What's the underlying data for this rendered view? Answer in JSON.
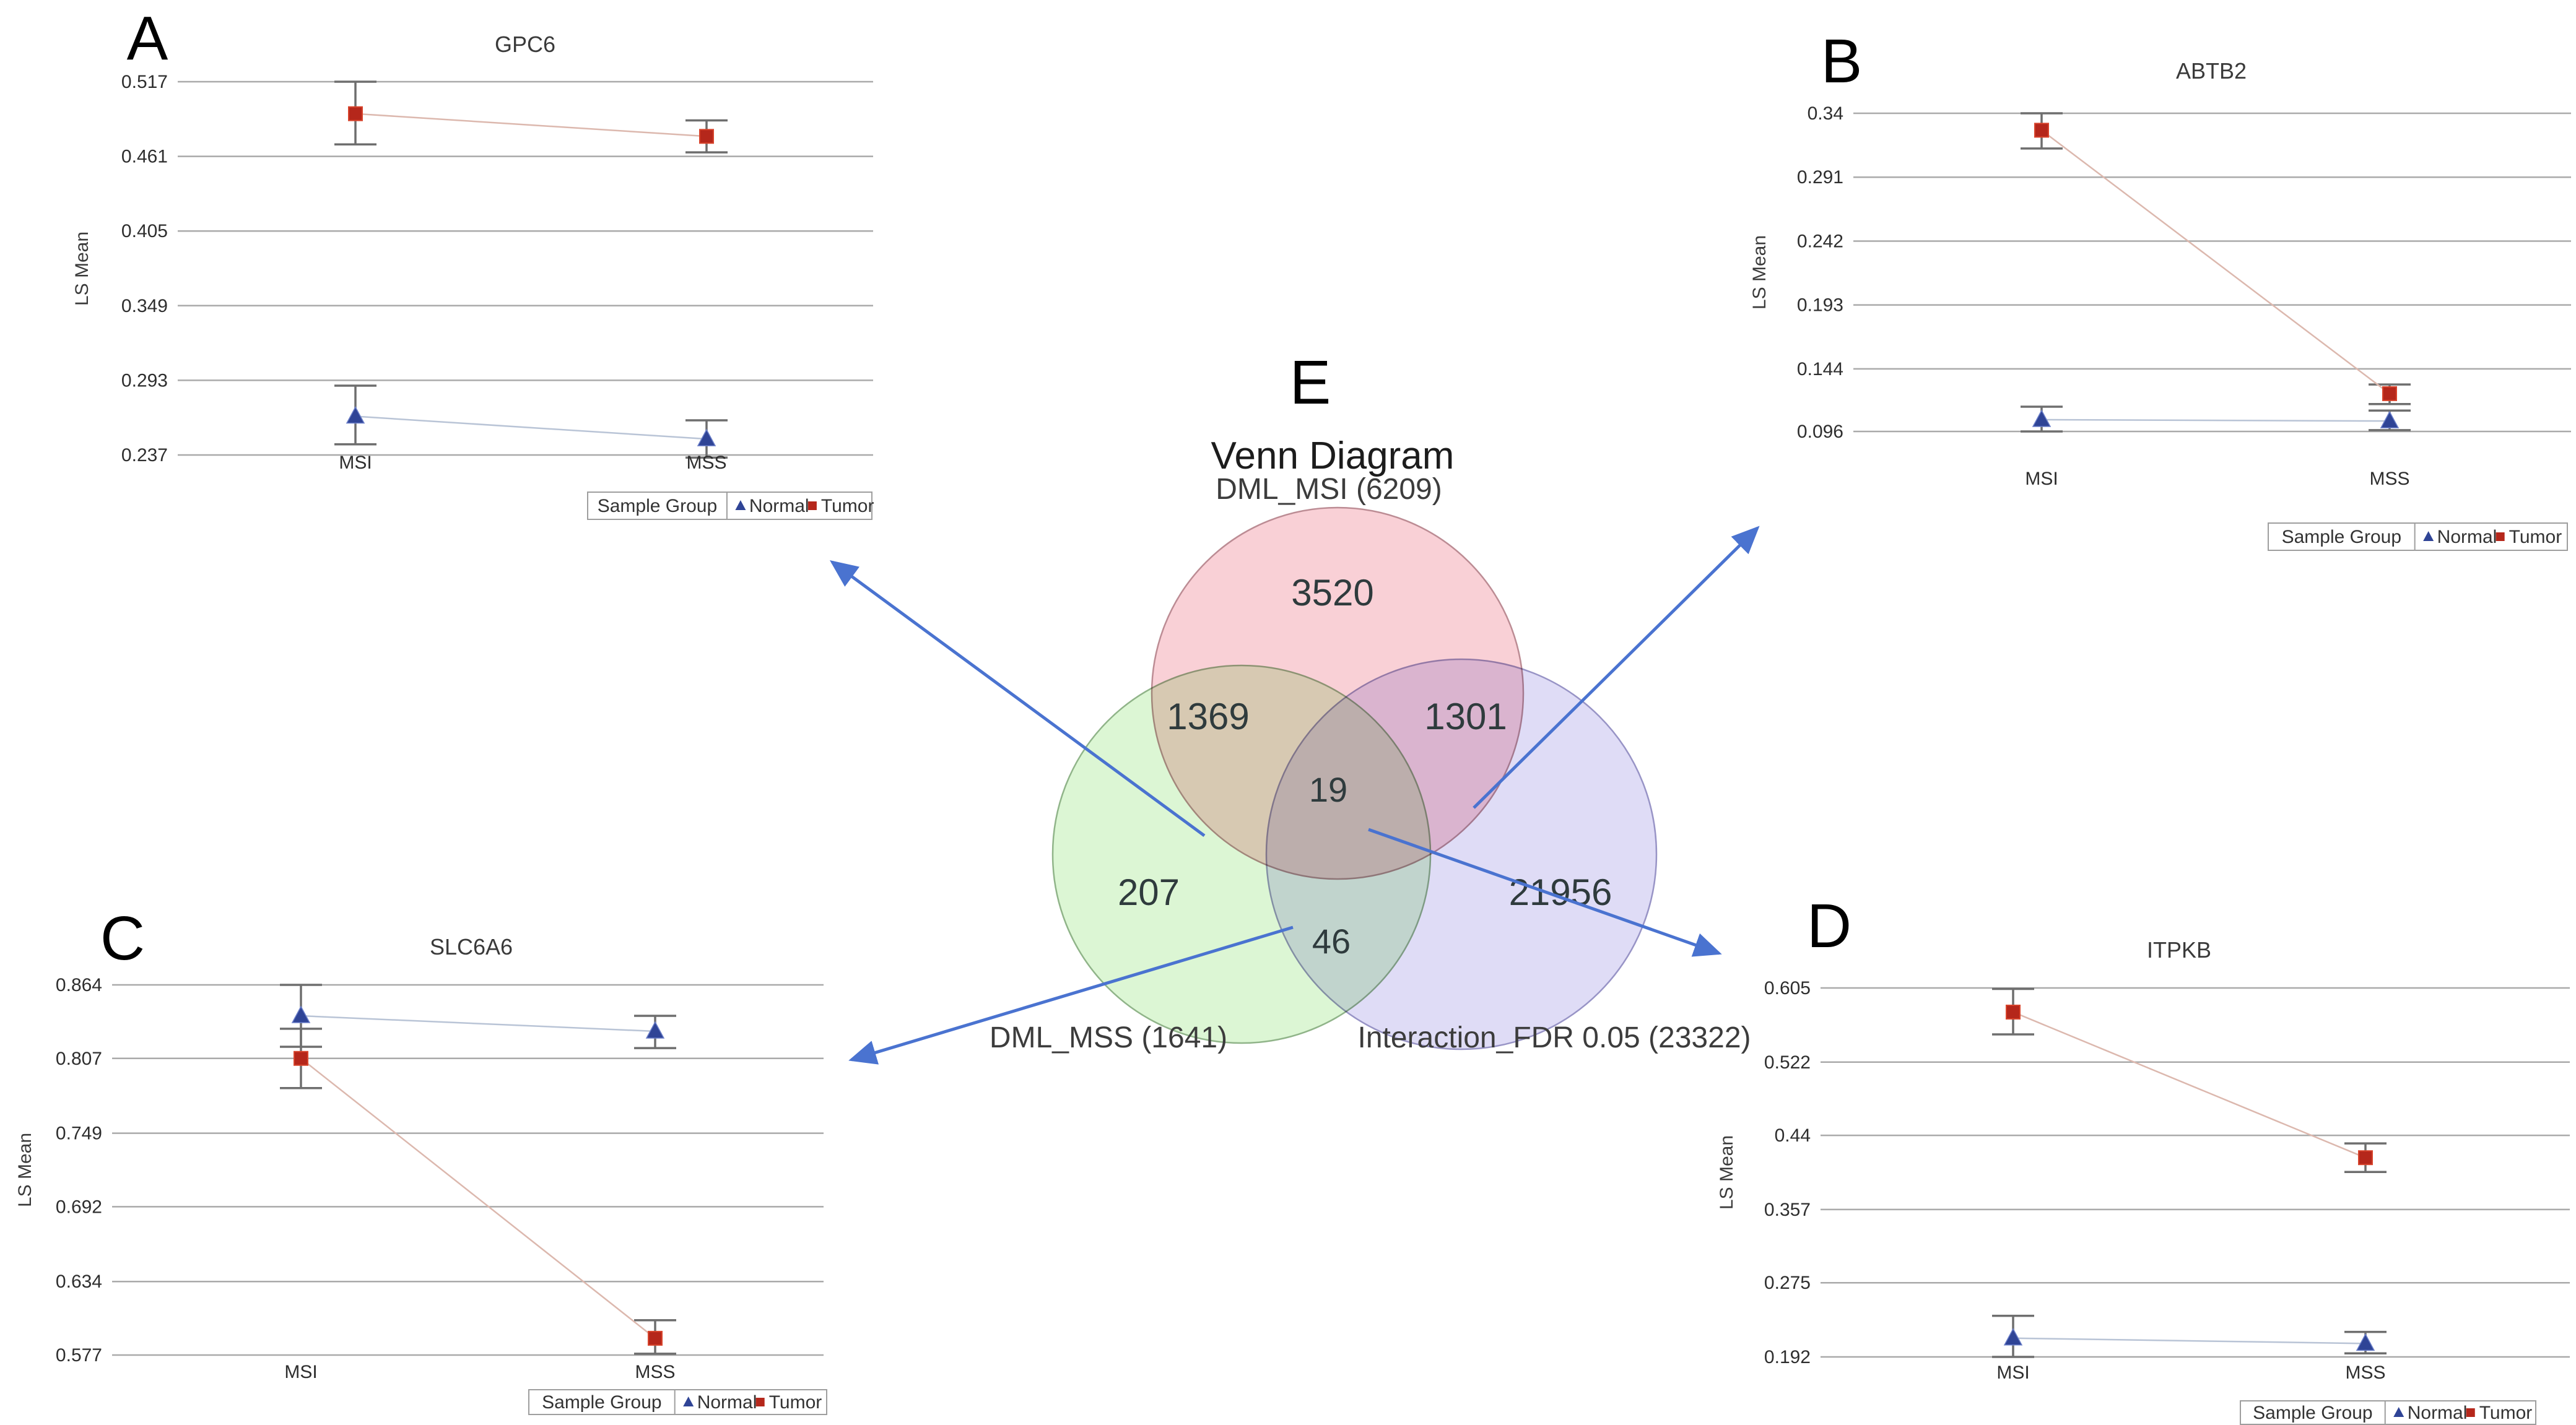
{
  "page": {
    "background": "#ffffff"
  },
  "colors": {
    "normal_marker": "#2f4496",
    "normal_marker_edge": "#6b7fc9",
    "tumor_marker": "#b5271b",
    "tumor_marker_edge": "#d8442c",
    "normal_trend_line": "#b9c4d6",
    "tumor_trend_line": "#dcb8ae",
    "error_bar": "#6e6e6e",
    "gridline": "#aaaaaa",
    "tick_text": "#2e2e2e",
    "title_text": "#3a3a3a",
    "letter_text": "#000000",
    "legend_border": "#9e9e9e",
    "arrow": "#4a73d0"
  },
  "chart_data": [
    {
      "id": "A",
      "type": "line",
      "panel_letter": "A",
      "title": "GPC6",
      "ylabel": "LS Mean",
      "yticks": [
        "0.517",
        "0.461",
        "0.405",
        "0.349",
        "0.293",
        "0.237"
      ],
      "ylim": [
        0.237,
        0.517
      ],
      "categories": [
        "MSI",
        "MSS"
      ],
      "grid": true,
      "series": [
        {
          "name": "Normal",
          "marker": "triangle",
          "points": [
            {
              "category": "MSI",
              "mean": 0.266,
              "ci_low": 0.245,
              "ci_high": 0.289
            },
            {
              "category": "MSS",
              "mean": 0.249,
              "ci_low": 0.235,
              "ci_high": 0.263
            }
          ]
        },
        {
          "name": "Tumor",
          "marker": "square",
          "points": [
            {
              "category": "MSI",
              "mean": 0.493,
              "ci_low": 0.47,
              "ci_high": 0.517
            },
            {
              "category": "MSS",
              "mean": 0.476,
              "ci_low": 0.464,
              "ci_high": 0.488
            }
          ]
        }
      ],
      "legend": {
        "title": "Sample Group",
        "position": "bottom-right",
        "entries": [
          {
            "label": "Normal",
            "marker": "triangle"
          },
          {
            "label": "Tumor",
            "marker": "square"
          }
        ]
      }
    },
    {
      "id": "B",
      "type": "line",
      "panel_letter": "B",
      "title": "ABTB2",
      "ylabel": "LS Mean",
      "yticks": [
        "0.34",
        "0.291",
        "0.242",
        "0.193",
        "0.144",
        "0.096"
      ],
      "ylim": [
        0.096,
        0.34
      ],
      "categories": [
        "MSI",
        "MSS"
      ],
      "grid": true,
      "series": [
        {
          "name": "Normal",
          "marker": "triangle",
          "points": [
            {
              "category": "MSI",
              "mean": 0.105,
              "ci_low": 0.096,
              "ci_high": 0.115
            },
            {
              "category": "MSS",
              "mean": 0.104,
              "ci_low": 0.097,
              "ci_high": 0.112
            }
          ]
        },
        {
          "name": "Tumor",
          "marker": "square",
          "points": [
            {
              "category": "MSI",
              "mean": 0.327,
              "ci_low": 0.313,
              "ci_high": 0.34
            },
            {
              "category": "MSS",
              "mean": 0.125,
              "ci_low": 0.117,
              "ci_high": 0.132
            }
          ]
        }
      ],
      "legend": {
        "title": "Sample Group",
        "position": "bottom-right",
        "entries": [
          {
            "label": "Normal",
            "marker": "triangle"
          },
          {
            "label": "Tumor",
            "marker": "square"
          }
        ]
      }
    },
    {
      "id": "C",
      "type": "line",
      "panel_letter": "C",
      "title": "SLC6A6",
      "ylabel": "LS Mean",
      "yticks": [
        "0.864",
        "0.807",
        "0.749",
        "0.692",
        "0.634",
        "0.577"
      ],
      "ylim": [
        0.577,
        0.864
      ],
      "categories": [
        "MSI",
        "MSS"
      ],
      "grid": true,
      "series": [
        {
          "name": "Normal",
          "marker": "triangle",
          "points": [
            {
              "category": "MSI",
              "mean": 0.84,
              "ci_low": 0.816,
              "ci_high": 0.864
            },
            {
              "category": "MSS",
              "mean": 0.828,
              "ci_low": 0.815,
              "ci_high": 0.84
            }
          ]
        },
        {
          "name": "Tumor",
          "marker": "square",
          "points": [
            {
              "category": "MSI",
              "mean": 0.807,
              "ci_low": 0.784,
              "ci_high": 0.83
            },
            {
              "category": "MSS",
              "mean": 0.59,
              "ci_low": 0.578,
              "ci_high": 0.604
            }
          ]
        }
      ],
      "legend": {
        "title": "Sample Group",
        "position": "bottom-right",
        "entries": [
          {
            "label": "Normal",
            "marker": "triangle"
          },
          {
            "label": "Tumor",
            "marker": "square"
          }
        ]
      }
    },
    {
      "id": "D",
      "type": "line",
      "panel_letter": "D",
      "title": "ITPKB",
      "ylabel": "LS Mean",
      "yticks": [
        "0.605",
        "0.522",
        "0.44",
        "0.357",
        "0.275",
        "0.192"
      ],
      "ylim": [
        0.192,
        0.605
      ],
      "categories": [
        "MSI",
        "MSS"
      ],
      "grid": true,
      "series": [
        {
          "name": "Normal",
          "marker": "triangle",
          "points": [
            {
              "category": "MSI",
              "mean": 0.213,
              "ci_low": 0.192,
              "ci_high": 0.238
            },
            {
              "category": "MSS",
              "mean": 0.207,
              "ci_low": 0.196,
              "ci_high": 0.22
            }
          ]
        },
        {
          "name": "Tumor",
          "marker": "square",
          "points": [
            {
              "category": "MSI",
              "mean": 0.578,
              "ci_low": 0.553,
              "ci_high": 0.604
            },
            {
              "category": "MSS",
              "mean": 0.415,
              "ci_low": 0.399,
              "ci_high": 0.431
            }
          ]
        }
      ],
      "legend": {
        "title": "Sample Group",
        "position": "bottom-right",
        "entries": [
          {
            "label": "Normal",
            "marker": "triangle"
          },
          {
            "label": "Tumor",
            "marker": "square"
          }
        ]
      }
    },
    {
      "id": "E",
      "type": "venn",
      "panel_letter": "E",
      "title": "Venn Diagram",
      "sets": [
        {
          "name": "DML_MSI",
          "label": "DML_MSI (6209)",
          "total": 6209,
          "fill": "#f8cbd2",
          "stroke": "#bc8c94"
        },
        {
          "name": "DML_MSS",
          "label": "DML_MSS (1641)",
          "total": 1641,
          "fill": "#d8f5cf",
          "stroke": "#90b489"
        },
        {
          "name": "Interaction_FDR 0.05",
          "label": "Interaction_FDR 0.05 (23322)",
          "total": 23322,
          "fill": "#dbd8f5",
          "stroke": "#9894c6"
        }
      ],
      "counts": {
        "msi_only": "3520",
        "msi_and_mss": "1369",
        "msi_and_interaction": "1301",
        "all_three": "19",
        "mss_only": "207",
        "interaction_only": "21956",
        "mss_and_interaction": "46"
      }
    }
  ],
  "arrows": {
    "color": "#4a73d0",
    "items": [
      {
        "to_panel": "A",
        "from_region_count": "1369"
      },
      {
        "to_panel": "B",
        "from_region_count": "1301"
      },
      {
        "to_panel": "C",
        "from_region_count": "46"
      },
      {
        "to_panel": "D",
        "from_region_count": "19"
      }
    ]
  }
}
